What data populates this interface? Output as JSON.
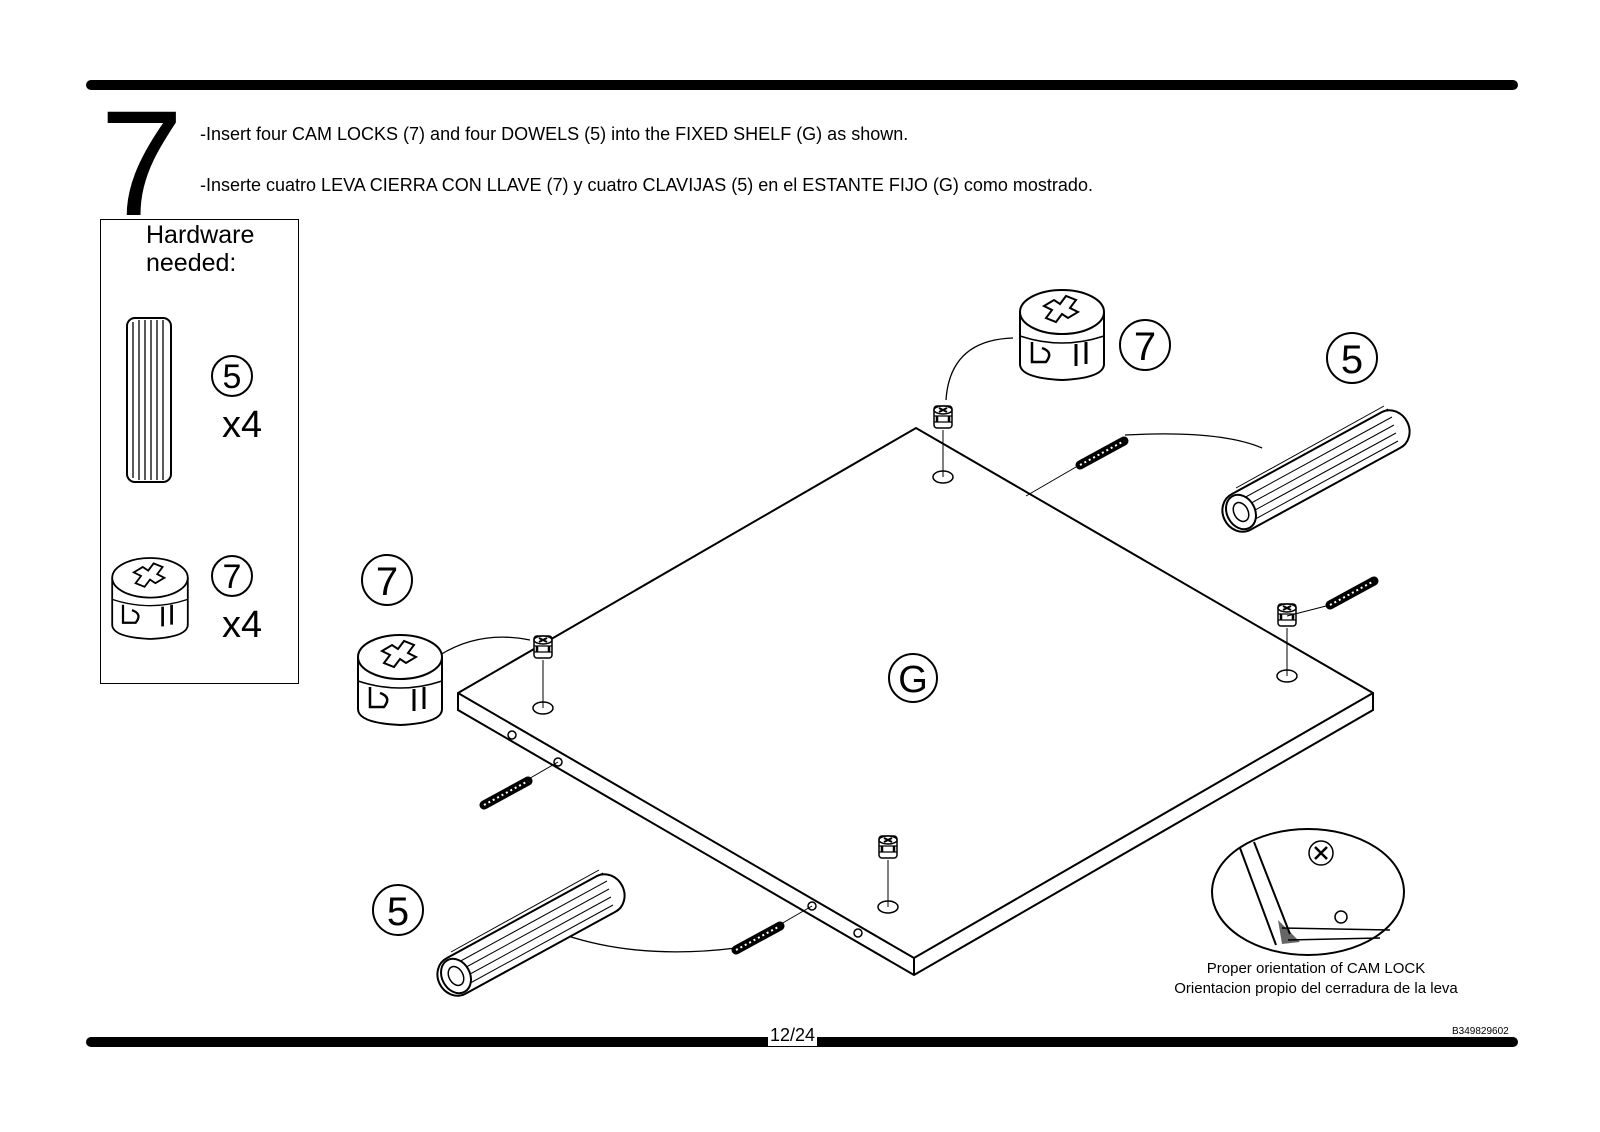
{
  "step": "7",
  "instructions": {
    "en": "-Insert four CAM LOCKS (7) and four DOWELS (5) into the FIXED SHELF (G) as shown.",
    "es": "-Inserte cuatro LEVA CIERRA CON LLAVE (7) y cuatro CLAVIJAS (5) en el ESTANTE FIJO (G) como mostrado."
  },
  "hardware": {
    "title": "Hardware needed:",
    "items": [
      {
        "number": "5",
        "qty": "x4",
        "icon": "dowel-icon"
      },
      {
        "number": "7",
        "qty": "x4",
        "icon": "cam-lock-icon"
      }
    ]
  },
  "diagram": {
    "panel_label": "G",
    "callouts": [
      "7",
      "5",
      "7",
      "5"
    ]
  },
  "detail": {
    "caption_en": "Proper orientation of CAM LOCK",
    "caption_es": "Orientacion propio del cerradura de la leva"
  },
  "footer": {
    "page": "12/24",
    "code": "B349829602"
  }
}
